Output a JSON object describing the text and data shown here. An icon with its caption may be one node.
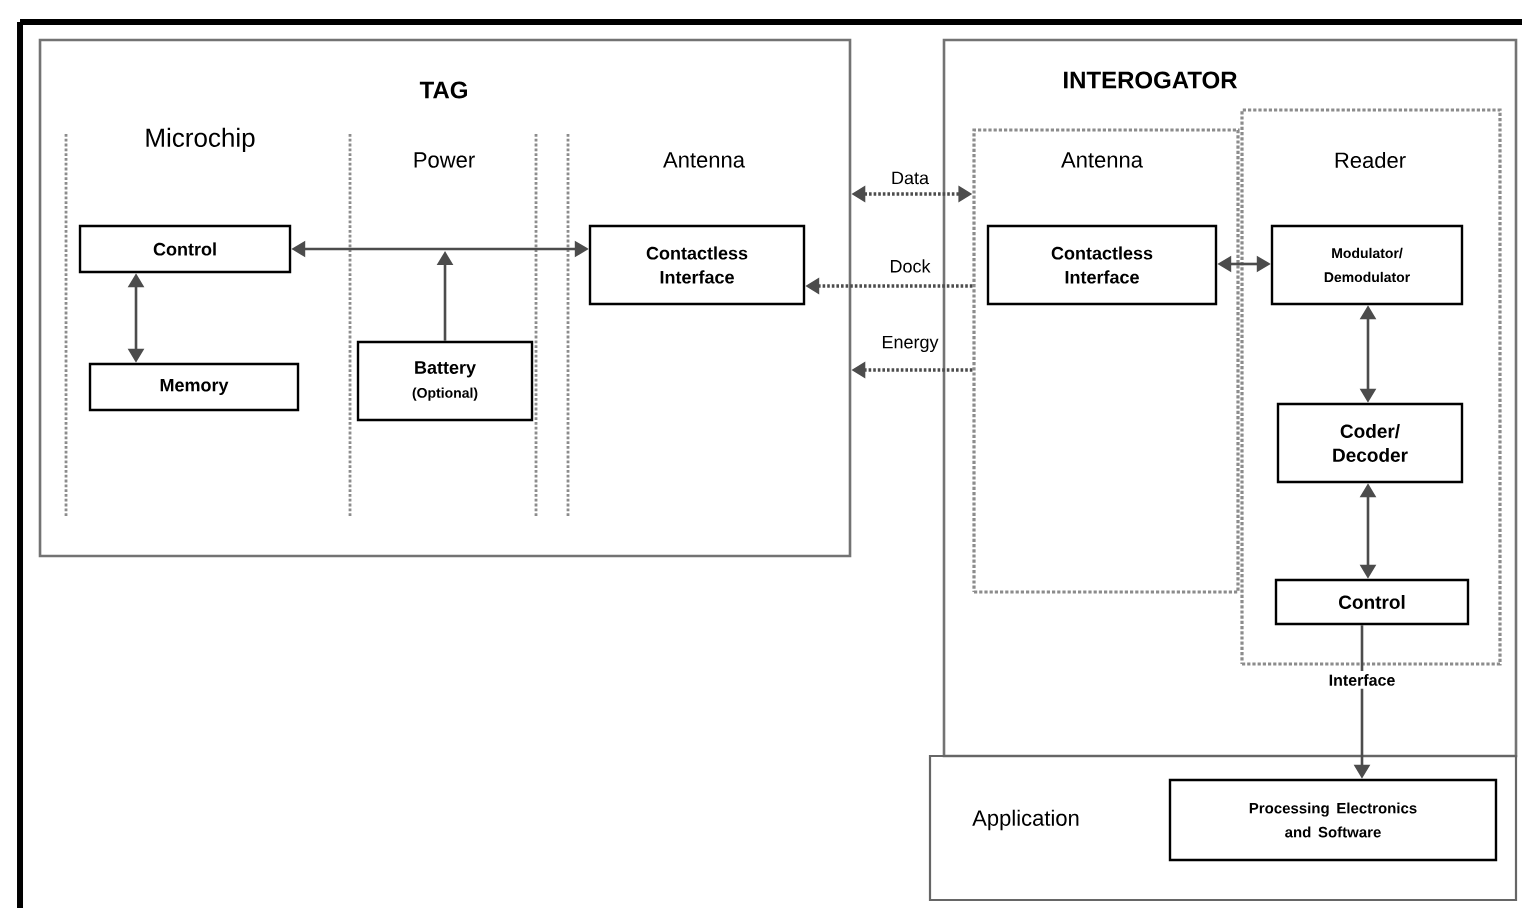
{
  "diagram": {
    "nodes": [
      {
        "text": [
          "TAG"
        ]
      },
      {
        "text": [
          "Control"
        ],
        "in": 0
      },
      {
        "text": [
          "Memory"
        ],
        "in": 0
      },
      {
        "text": [
          "Battery",
          "(Optional)"
        ],
        "in": 0
      },
      {
        "text": [
          "Contactless Interface"
        ],
        "in": 0
      },
      {
        "text": [
          "INTEROGATOR"
        ]
      },
      {
        "text": [
          "Antenna"
        ],
        "in": 5
      },
      {
        "text": [
          "Contactless Interface"
        ],
        "in": 6
      },
      {
        "text": [
          "Reader"
        ],
        "in": 5
      },
      {
        "text": [
          "Modulator/ Demodulator"
        ],
        "in": 8
      },
      {
        "text": [
          "Coder/ Decoder"
        ],
        "in": 8
      },
      {
        "text": [
          "Control"
        ],
        "in": 8
      },
      {
        "text": [
          "Application"
        ]
      },
      {
        "text": [
          "Processing Electronics and Software"
        ],
        "in": 12
      }
    ],
    "edges": [
      {
        "from": 1,
        "to": 4,
        "arrow": "both"
      },
      {
        "from": 3,
        "to": null,
        "arrow": "to"
      },
      {
        "from": 1,
        "to": 2,
        "arrow": "both"
      },
      {
        "from": 0,
        "to": 6,
        "arrow": "both",
        "label": "Data",
        "style": "dashed"
      },
      {
        "from": 6,
        "to": 4,
        "arrow": "to",
        "label": "Dock",
        "style": "dashed"
      },
      {
        "from": 6,
        "to": 0,
        "arrow": "to",
        "label": "Energy",
        "style": "dashed"
      },
      {
        "from": 7,
        "to": 9,
        "arrow": "both"
      },
      {
        "from": 9,
        "to": 10,
        "arrow": "both"
      },
      {
        "from": 10,
        "to": 11,
        "arrow": "both"
      },
      {
        "from": 11,
        "to": 13,
        "arrow": "to",
        "label": "Interface"
      }
    ],
    "labels": [
      "Microchip",
      "Power",
      "Antenna"
    ]
  }
}
